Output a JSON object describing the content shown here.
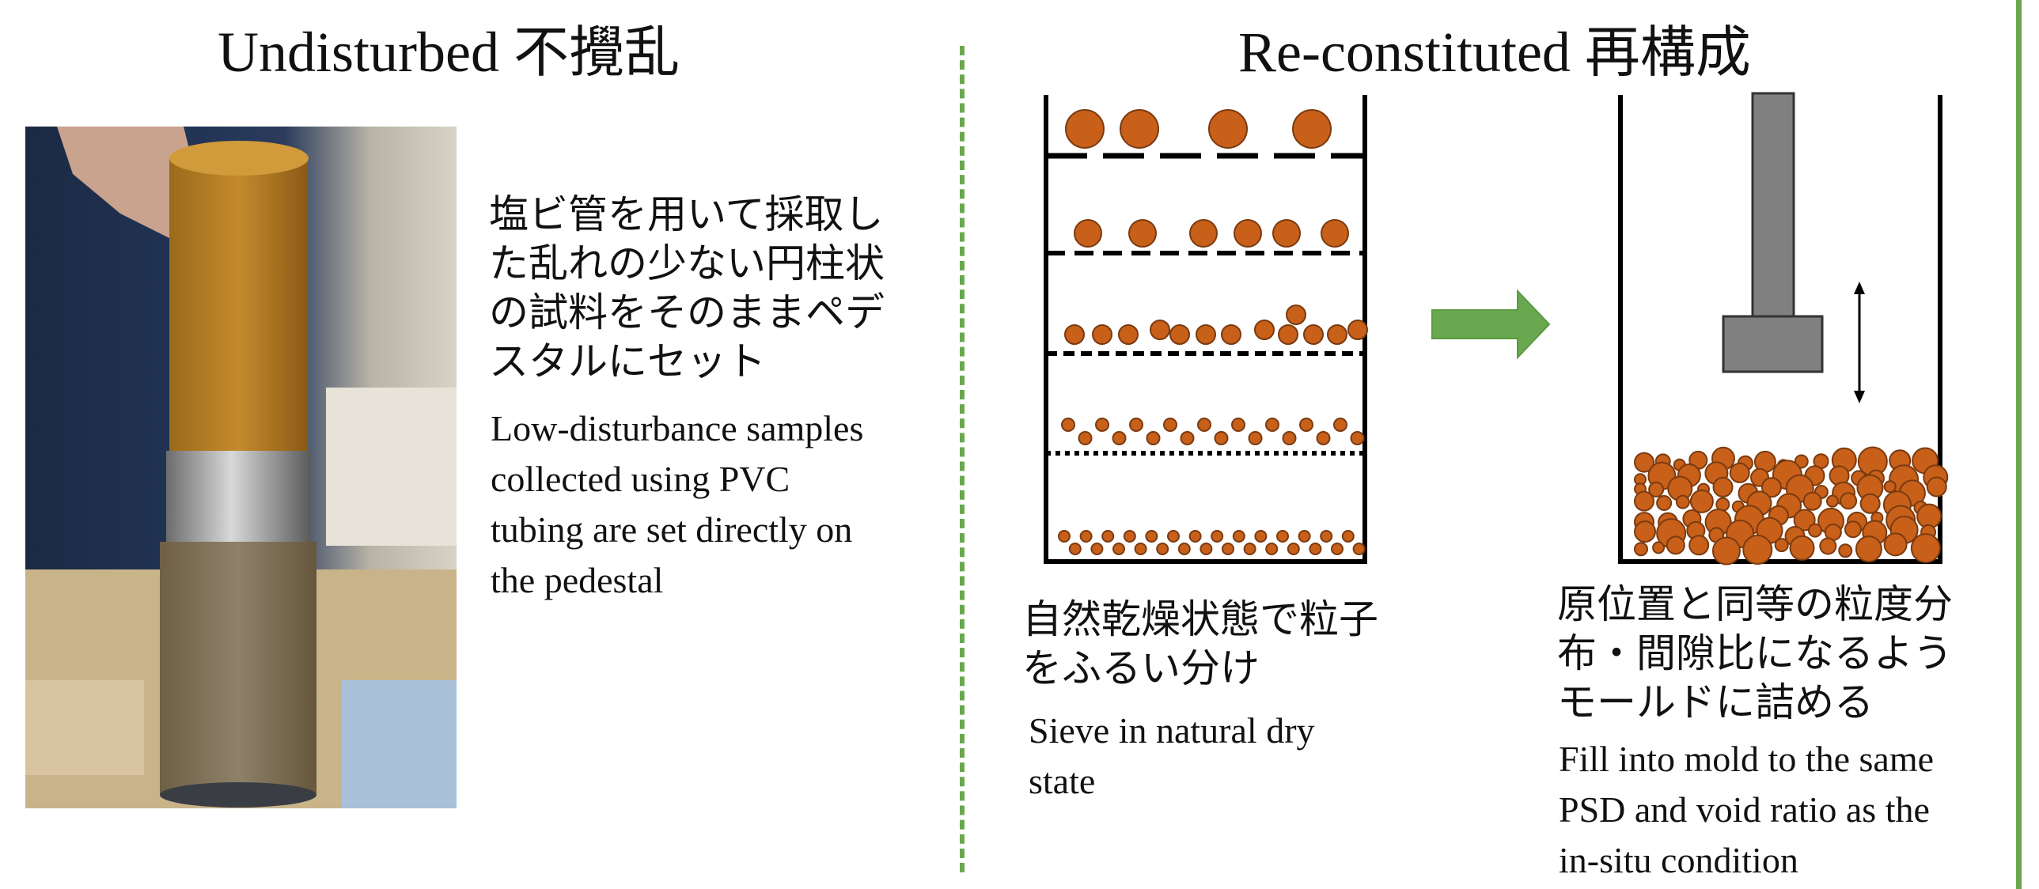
{
  "left": {
    "title_en": "Undisturbed",
    "title_jp": "不攪乱",
    "jp_lines": [
      "塩ビ管を用いて採取し",
      "た乱れの少ない円柱状",
      "の試料をそのままペデ",
      "スタルにセット"
    ],
    "en_lines": [
      "Low-disturbance samples",
      "collected using PVC",
      "tubing are set directly on",
      "the pedestal"
    ]
  },
  "right": {
    "title_en": "Re-constituted",
    "title_jp": "再構成",
    "sieve": {
      "jp_lines": [
        "自然乾燥状態で粒子",
        "をふるい分け"
      ],
      "en_lines": [
        "Sieve in natural dry",
        "state"
      ]
    },
    "mold": {
      "jp_lines": [
        "原位置と同等の粒度分",
        "布・間隙比になるよう",
        "モールドに詰める"
      ],
      "en_lines": [
        "Fill into mold to the same",
        "PSD and void ratio as the",
        "in-situ condition"
      ]
    }
  },
  "colors": {
    "divider": "#6aa84f",
    "arrow": "#6aa84f",
    "particle": "#c8601a",
    "particle_outline": "#7a3a10",
    "tamper": "#808080"
  },
  "icons": {
    "process_arrow": "right-arrow-icon",
    "tamper_motion": "double-arrow-vertical-icon"
  }
}
